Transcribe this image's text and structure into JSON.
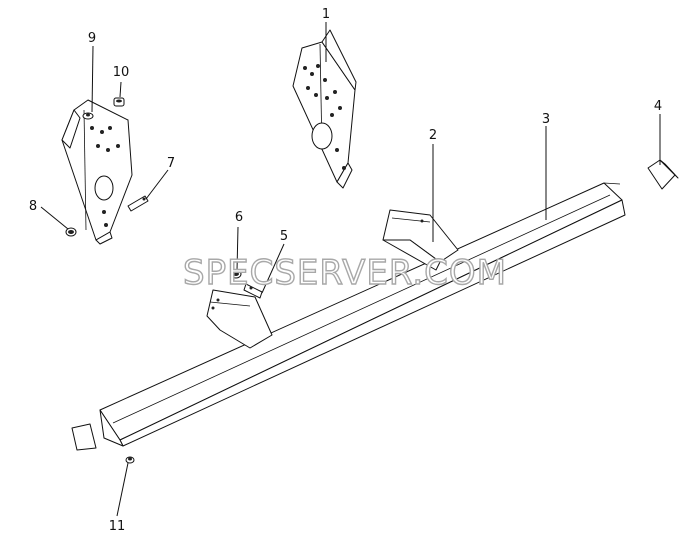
{
  "diagram": {
    "watermark": "SPECSERVER.COM",
    "callouts": {
      "c1": "1",
      "c2": "2",
      "c3": "3",
      "c4": "4",
      "c5": "5",
      "c6": "6",
      "c7": "7",
      "c8": "8",
      "c9": "9",
      "c10": "10",
      "c11": "11"
    }
  }
}
